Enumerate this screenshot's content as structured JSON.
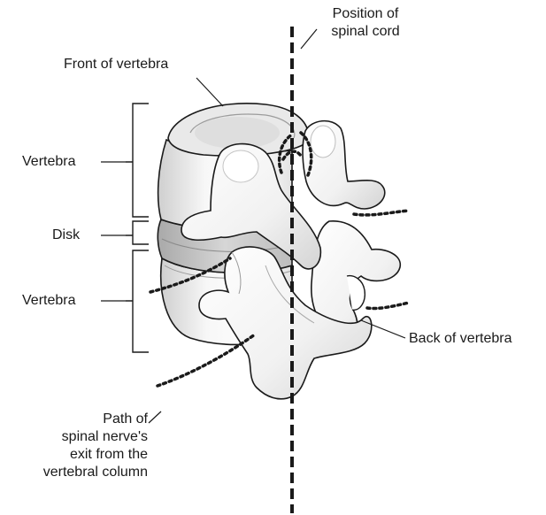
{
  "labels": {
    "position_of_spinal_cord": [
      "Position of",
      "spinal cord"
    ],
    "front_of_vertebra": "Front of vertebra",
    "vertebra_upper": "Vertebra",
    "disk": "Disk",
    "vertebra_lower": "Vertebra",
    "back_of_vertebra": "Back of vertebra",
    "path_of_nerve": [
      "Path of",
      "spinal nerve's",
      "exit from the",
      "vertebral column"
    ]
  },
  "colors": {
    "outline": "#1a1a1a",
    "bone_light": "#f4f4f4",
    "bone_shadow": "#bdbdbd",
    "bone_mid": "#dcdcdc",
    "text": "#1a1a1a"
  }
}
